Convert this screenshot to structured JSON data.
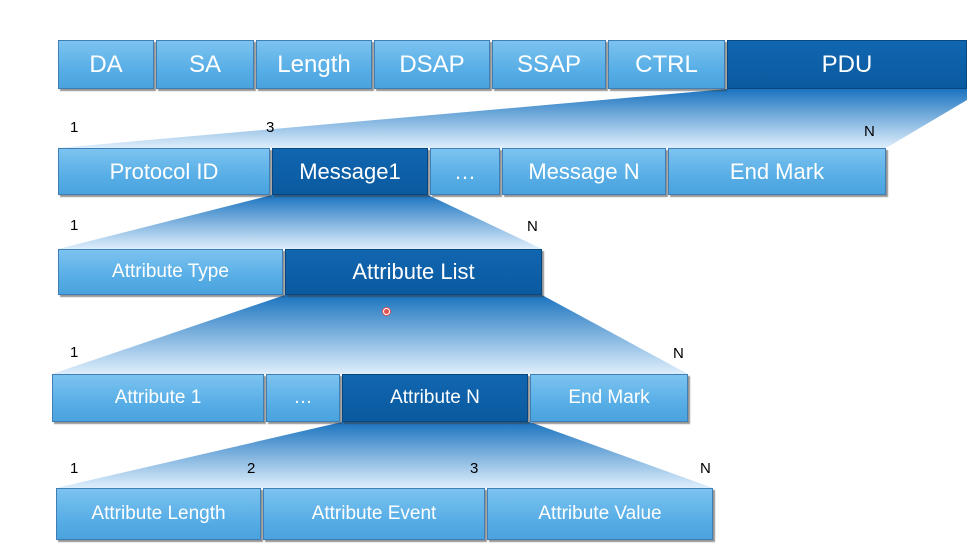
{
  "rows": [
    {
      "cells": [
        {
          "text": "DA",
          "dark": false
        },
        {
          "text": "SA",
          "dark": false
        },
        {
          "text": "Length",
          "dark": false
        },
        {
          "text": "DSAP",
          "dark": false
        },
        {
          "text": "SSAP",
          "dark": false
        },
        {
          "text": "CTRL",
          "dark": false
        },
        {
          "text": "PDU",
          "dark": true
        }
      ]
    },
    {
      "cells": [
        {
          "text": "Protocol ID",
          "dark": false
        },
        {
          "text": "Message1",
          "dark": true
        },
        {
          "text": "…",
          "dark": false
        },
        {
          "text": "Message N",
          "dark": false
        },
        {
          "text": "End Mark",
          "dark": false
        }
      ]
    },
    {
      "cells": [
        {
          "text": "Attribute Type",
          "dark": false
        },
        {
          "text": "Attribute List",
          "dark": true
        }
      ]
    },
    {
      "cells": [
        {
          "text": "Attribute 1",
          "dark": false
        },
        {
          "text": "…",
          "dark": false
        },
        {
          "text": "Attribute N",
          "dark": true
        },
        {
          "text": "End Mark",
          "dark": false
        }
      ]
    },
    {
      "cells": [
        {
          "text": "Attribute Length",
          "dark": false
        },
        {
          "text": "Attribute Event",
          "dark": false
        },
        {
          "text": "Attribute Value",
          "dark": false
        }
      ]
    }
  ],
  "markers": [
    {
      "text": "1"
    },
    {
      "text": "3"
    },
    {
      "text": "N"
    },
    {
      "text": "1"
    },
    {
      "text": "N"
    },
    {
      "text": "1"
    },
    {
      "text": "N"
    },
    {
      "text": "1"
    },
    {
      "text": "2"
    },
    {
      "text": "3"
    },
    {
      "text": "N"
    }
  ],
  "colors": {
    "light_cell": "#58aee6",
    "dark_cell": "#0a5a9f",
    "fan_top": "#1a73bf",
    "fan_bottom": "#d8ecfa"
  }
}
